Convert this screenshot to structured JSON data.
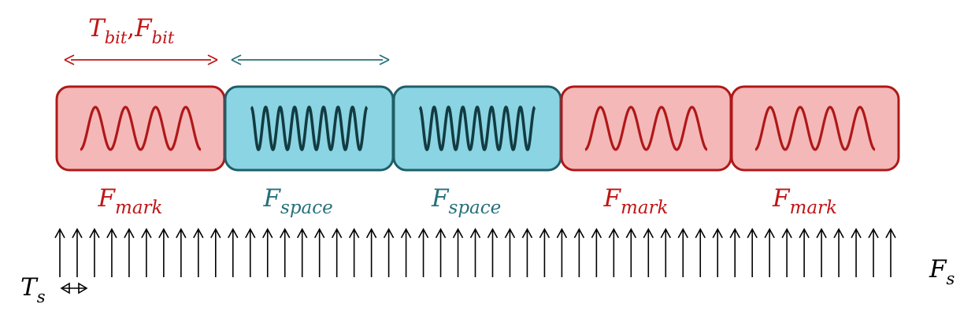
{
  "colors": {
    "mark_fill": "#f4b8b8",
    "mark_stroke": "#b01818",
    "mark_wave": "#b01818",
    "space_fill": "#8ad4e3",
    "space_stroke": "#1f5e68",
    "space_wave": "#123c42",
    "mark_text": "#c01515",
    "space_text": "#25707a",
    "arrow": "#000000"
  },
  "top_label": {
    "main": "T",
    "main_sub": "bit",
    "sep": ",",
    "second": "F",
    "second_sub": "bit"
  },
  "bits": [
    {
      "kind": "mark",
      "label_main": "F",
      "label_sub": "mark",
      "cycles": 4
    },
    {
      "kind": "space",
      "label_main": "F",
      "label_sub": "space",
      "cycles": 8
    },
    {
      "kind": "space",
      "label_main": "F",
      "label_sub": "space",
      "cycles": 8
    },
    {
      "kind": "mark",
      "label_main": "F",
      "label_sub": "mark",
      "cycles": 4
    },
    {
      "kind": "mark",
      "label_main": "F",
      "label_sub": "mark",
      "cycles": 4
    }
  ],
  "sample_count": 49,
  "ts_label": {
    "main": "T",
    "sub": "s"
  },
  "fs_label": {
    "main": "F",
    "sub": "s"
  }
}
